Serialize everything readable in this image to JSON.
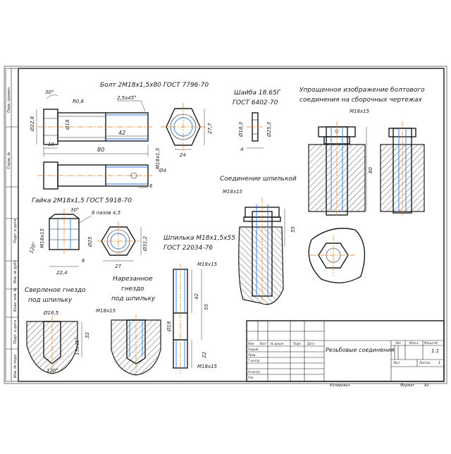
{
  "left_strip": {
    "labels": [
      "Перв. примен.",
      "Справ. №",
      "Подп. и дата",
      "Инв. № дубл.",
      "Взам. инв. №",
      "Подп. и дата",
      "Инв. № подл."
    ]
  },
  "views": {
    "bolt": {
      "title": "Болт 2М18х1,5х80 ГОСТ 7796-70",
      "dims": [
        "30°",
        "R0,6",
        "2,5х45°",
        "Ø22,8",
        "Ø18",
        "42",
        "10",
        "80",
        "M18х1,5",
        "Ø4",
        "6",
        "24",
        "27,7"
      ]
    },
    "washer": {
      "title_1": "Шайба 18.65Г",
      "title_2": "ГОСТ 6402-70",
      "dims": [
        "Ø18,3",
        "Ø25,3",
        "4"
      ]
    },
    "simplified": {
      "title_1": "Упрощенное изображение болтового",
      "title_2": "соединения на сборочных чертежах",
      "dims": [
        "M18х15",
        "80"
      ]
    },
    "nut": {
      "title": "Гайка 2М18х1,5 ГОСТ 5918-70",
      "dims": [
        "30°",
        "6 пазов 4,5",
        "M18х15",
        "120°",
        "Ø25",
        "Ø31,2",
        "22,4",
        "6",
        "27"
      ]
    },
    "stud_joint": {
      "title": "Соединение шпилькой",
      "dims": [
        "M18х15",
        "55"
      ]
    },
    "stud": {
      "title_1": "Шпилька М18х1,5х55",
      "title_2": "ГОСТ 22034-76",
      "dims": [
        "M18х15",
        "42",
        "55",
        "Ø18",
        "22",
        "M18х15"
      ]
    },
    "drilled": {
      "title_1": "Сверленое гнездо",
      "title_2": "под шпильку",
      "dims": [
        "Ø16,5",
        "32",
        "15х45°",
        "120°"
      ]
    },
    "threaded": {
      "title_1": "Нарезанное",
      "title_2": "гнездо",
      "title_3": "под шпильку",
      "dims": [
        "M18х15"
      ]
    }
  },
  "title_block": {
    "name": "Резьбовые соединения",
    "col_headers": [
      "Изм",
      "Лист",
      "№ докум.",
      "Подп.",
      "Дата"
    ],
    "roles": [
      "Разраб.",
      "Пров.",
      "Т.контр.",
      "Н.контр.",
      "Утв."
    ],
    "right_headers": [
      "Лит.",
      "Масса",
      "Масштаб"
    ],
    "scale": "1:1",
    "sheet_label": "Лист",
    "sheets_label": "Листов",
    "sheets_value": "1",
    "copied": "Копировал",
    "format": "Формат",
    "format_value": "А3"
  },
  "colors": {
    "outline": "#1a1a1a",
    "centerline": "#e07a1a",
    "thread": "#2a7ad8"
  }
}
